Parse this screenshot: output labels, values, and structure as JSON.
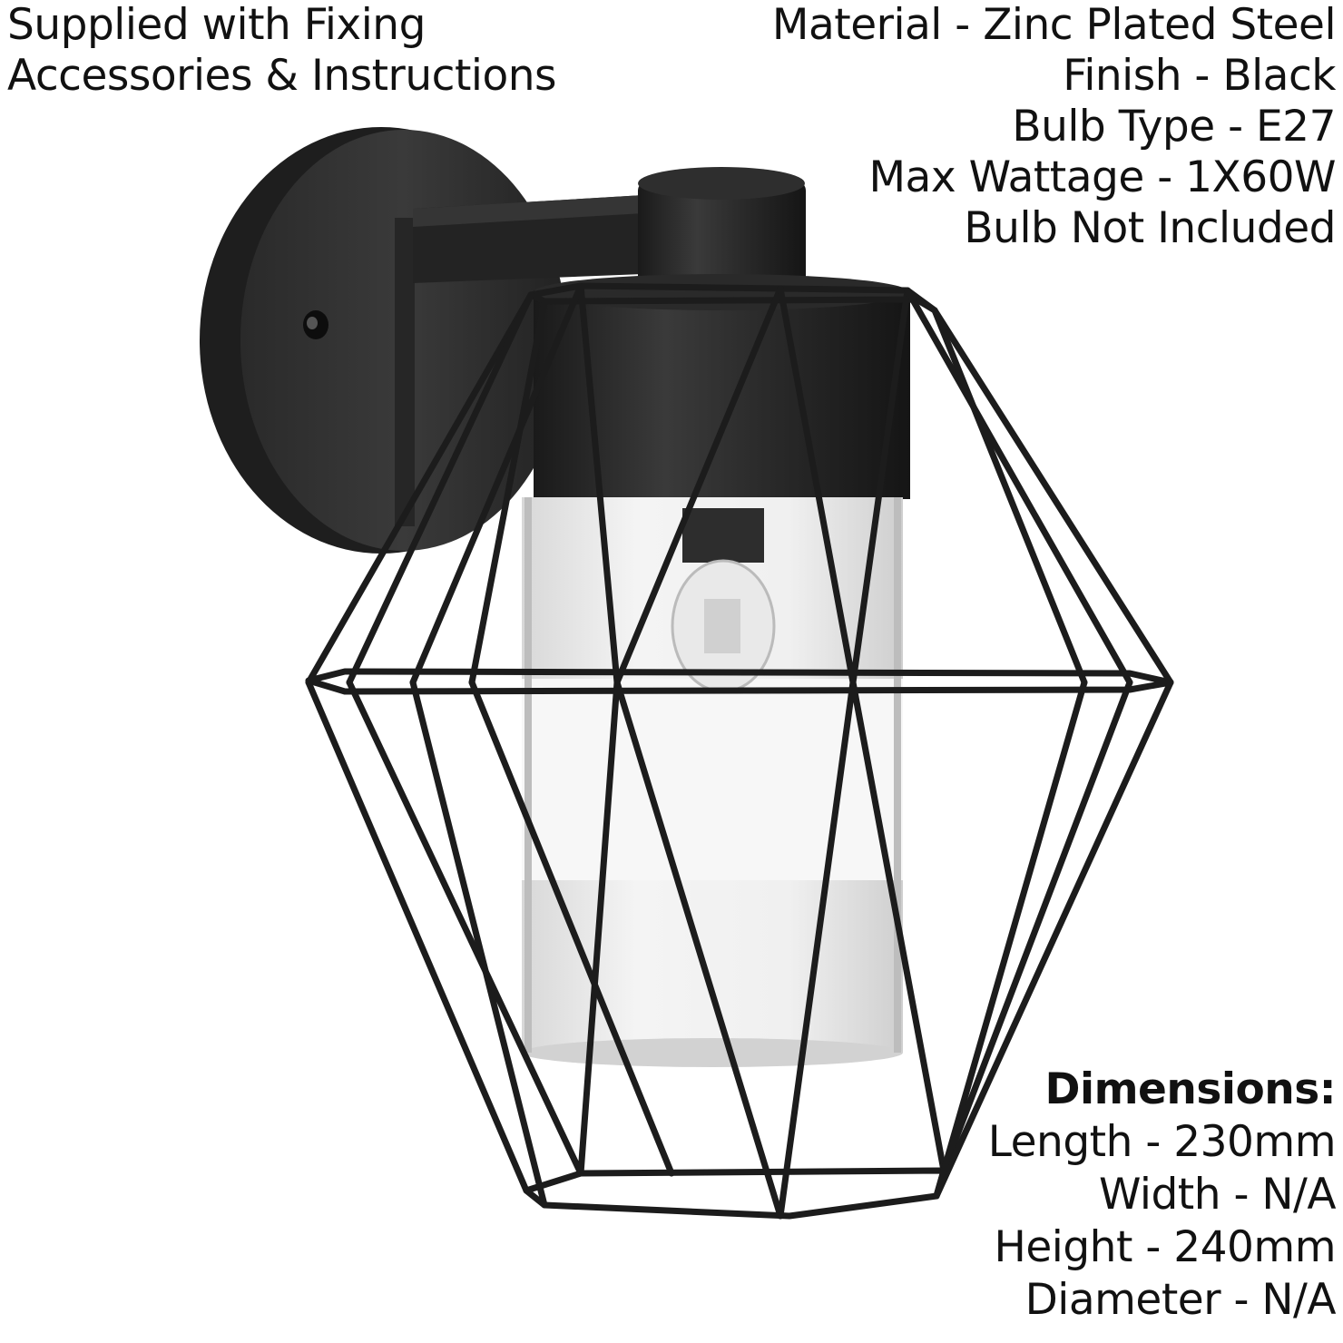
{
  "top_left": {
    "lines": [
      "Supplied with Fixing",
      "Accessories & Instructions"
    ]
  },
  "specs": {
    "material": "Material - Zinc Plated Steel",
    "finish": "Finish - Black",
    "bulb_type": "Bulb Type - E27",
    "max_wattage": "Max Wattage - 1X60W",
    "bulb_note": "Bulb Not Included"
  },
  "dimensions": {
    "heading": "Dimensions:",
    "length": "Length - 230mm",
    "width": "Width - N/A",
    "height": "Height - 240mm",
    "diameter": "Diameter - N/A"
  },
  "colors": {
    "background": "#ffffff",
    "text": "#111111",
    "fixture": "#1c1c1c"
  }
}
